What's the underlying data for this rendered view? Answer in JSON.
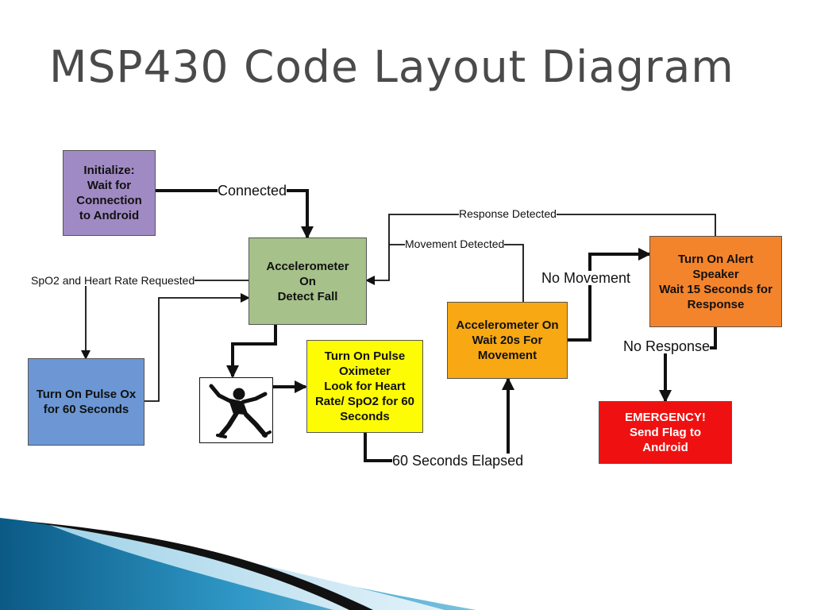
{
  "title": "MSP430 Code Layout Diagram",
  "colors": {
    "initialize": "#a08ac4",
    "accelerometer_detect": "#a6c18a",
    "pulse_ox": "#6c97d4",
    "pulse_oximeter": "#fdfc05",
    "accelerometer_wait": "#f7a813",
    "alert_speaker": "#f4842c",
    "emergency": "#ef1111"
  },
  "nodes": {
    "initialize": "Initialize:\nWait for\nConnection\nto Android",
    "accelerometer_detect": "Accelerometer\nOn\nDetect Fall",
    "pulse_ox": "Turn On Pulse Ox\nfor 60 Seconds",
    "pulse_oximeter": "Turn On Pulse\nOximeter\nLook for Heart\nRate/ SpO2 for 60\nSeconds",
    "accelerometer_wait": "Accelerometer On\nWait 20s For\nMovement",
    "alert_speaker": "Turn On Alert\nSpeaker\nWait 15 Seconds for\nResponse",
    "emergency": "EMERGENCY!\nSend Flag to\nAndroid"
  },
  "edges": {
    "connected": "Connected",
    "spo2_requested": "SpO2 and Heart Rate Requested",
    "response_detected": "Response Detected",
    "movement_detected": "Movement Detected",
    "no_movement": "No Movement",
    "no_response": "No Response",
    "sixty_elapsed": "60 Seconds Elapsed"
  },
  "icons": {
    "falling_person": "falling-person-icon"
  }
}
